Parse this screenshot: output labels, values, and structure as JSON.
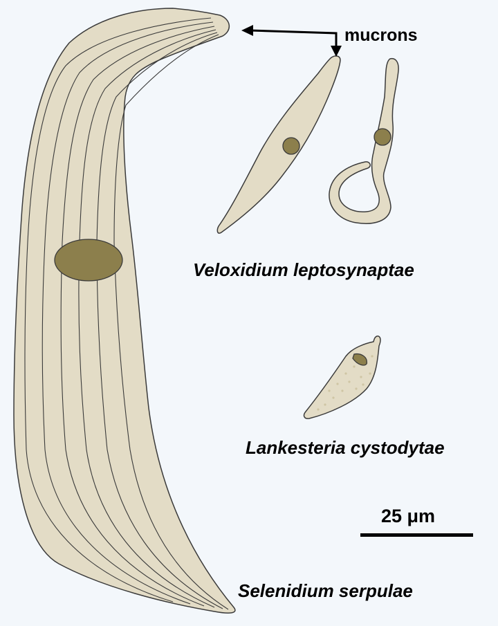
{
  "labels": {
    "mucrons": "mucrons",
    "veloxidium": "Veloxidium leptosynaptae",
    "lankesteria": "Lankesteria cystodytae",
    "selenidium": "Selenidium serpulae",
    "scale_bar": "25 μm"
  },
  "colors": {
    "background": "#f3f7fb",
    "cell_fill": "#e3dcc6",
    "nucleus_fill": "#8c7f4c",
    "outline": "#3a3a3a",
    "annotation": "#000000"
  }
}
